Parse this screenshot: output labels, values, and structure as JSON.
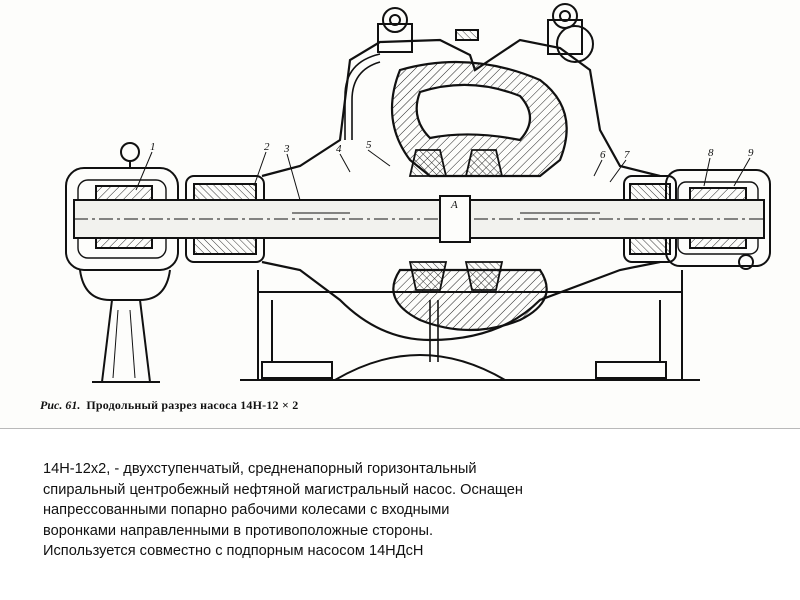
{
  "figure": {
    "caption_number": "Рис. 61.",
    "caption_title": "Продольный разрез насоса 14Н-12 × 2",
    "callouts": [
      "1",
      "2",
      "3",
      "4",
      "5",
      "6",
      "7",
      "8",
      "9"
    ],
    "center_mark": "A"
  },
  "description": {
    "lines": [
      "14Н-12x2, - двухступенчатый, средненапорный горизонтальный",
      "спиральный центробежный нефтяной магистральный насос. Оснащен",
      "напрессованными попарно рабочими колесами с входными",
      "воронками направленными в противоположные стороны.",
      "Используется совместно с подпорным насосом 14НДсН"
    ]
  }
}
